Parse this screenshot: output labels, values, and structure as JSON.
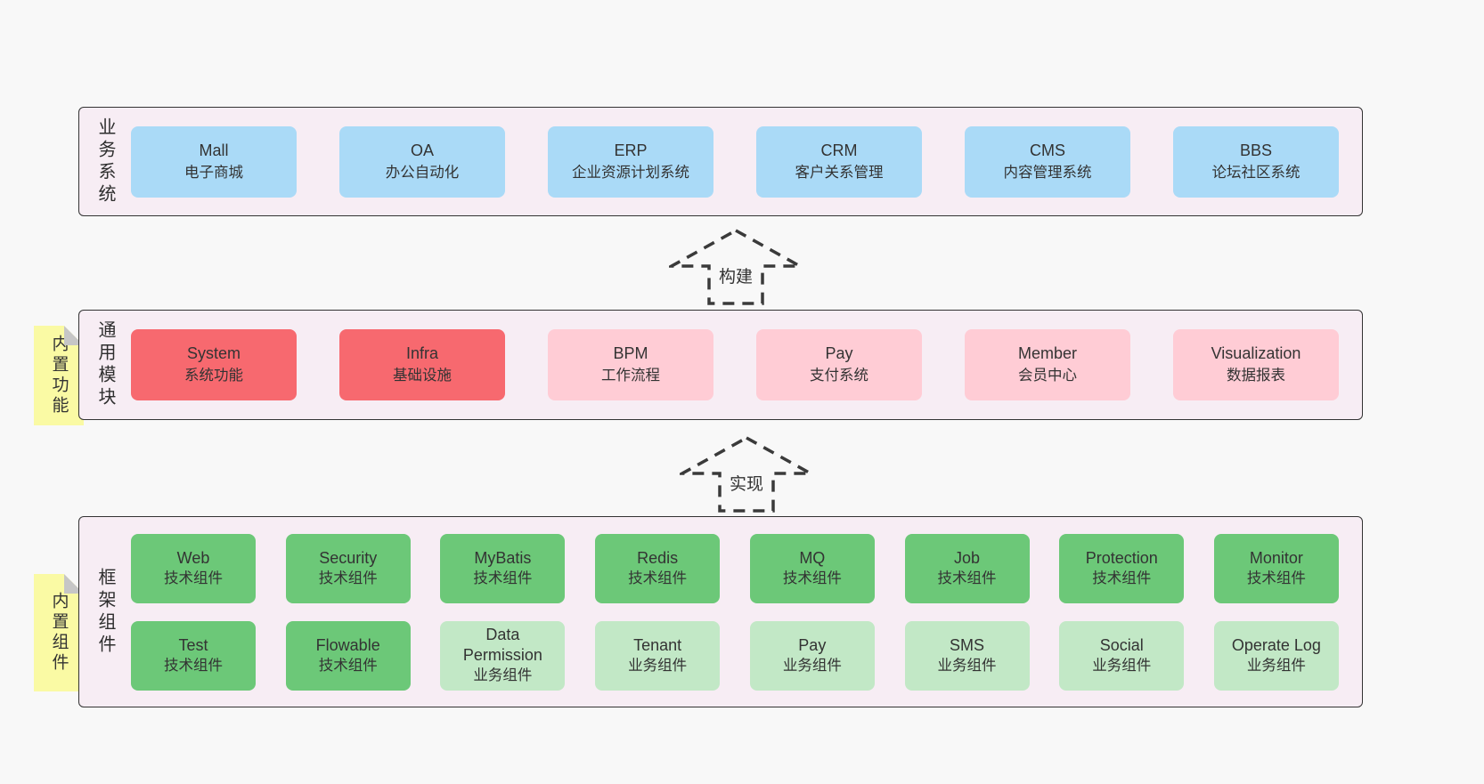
{
  "colors": {
    "page_bg": "#f8f8f8",
    "panel_bg": "#f7edf4",
    "panel_border": "#333333",
    "blue_box": "#aadaf7",
    "red_box": "#f7696f",
    "pink_box": "#ffccd5",
    "green_dark_box": "#6cc878",
    "green_light_box": "#c2e8c6",
    "note_bg": "#fafaa4",
    "note_fold": "#c6c6c6",
    "text": "#333333"
  },
  "arrows": {
    "build": "构建",
    "implement": "实现"
  },
  "sections": {
    "business": {
      "label": "业务系统",
      "boxes": [
        {
          "name": "Mall",
          "desc": "电子商城"
        },
        {
          "name": "OA",
          "desc": "办公自动化"
        },
        {
          "name": "ERP",
          "desc": "企业资源计划系统"
        },
        {
          "name": "CRM",
          "desc": "客户关系管理"
        },
        {
          "name": "CMS",
          "desc": "内容管理系统"
        },
        {
          "name": "BBS",
          "desc": "论坛社区系统"
        }
      ]
    },
    "modules": {
      "label": "通用模块",
      "note": "内置功能",
      "boxes": [
        {
          "name": "System",
          "desc": "系统功能"
        },
        {
          "name": "Infra",
          "desc": "基础设施"
        },
        {
          "name": "BPM",
          "desc": "工作流程"
        },
        {
          "name": "Pay",
          "desc": "支付系统"
        },
        {
          "name": "Member",
          "desc": "会员中心"
        },
        {
          "name": "Visualization",
          "desc": "数据报表"
        }
      ]
    },
    "framework": {
      "label": "框架组件",
      "note": "内置组件",
      "row1": [
        {
          "name": "Web",
          "desc": "技术组件"
        },
        {
          "name": "Security",
          "desc": "技术组件"
        },
        {
          "name": "MyBatis",
          "desc": "技术组件"
        },
        {
          "name": "Redis",
          "desc": "技术组件"
        },
        {
          "name": "MQ",
          "desc": "技术组件"
        },
        {
          "name": "Job",
          "desc": "技术组件"
        },
        {
          "name": "Protection",
          "desc": "技术组件"
        },
        {
          "name": "Monitor",
          "desc": "技术组件"
        }
      ],
      "row2": [
        {
          "name": "Test",
          "desc": "技术组件"
        },
        {
          "name": "Flowable",
          "desc": "技术组件"
        },
        {
          "name": "Data Permission",
          "desc": "业务组件"
        },
        {
          "name": "Tenant",
          "desc": "业务组件"
        },
        {
          "name": "Pay",
          "desc": "业务组件"
        },
        {
          "name": "SMS",
          "desc": "业务组件"
        },
        {
          "name": "Social",
          "desc": "业务组件"
        },
        {
          "name": "Operate Log",
          "desc": "业务组件"
        }
      ]
    }
  }
}
